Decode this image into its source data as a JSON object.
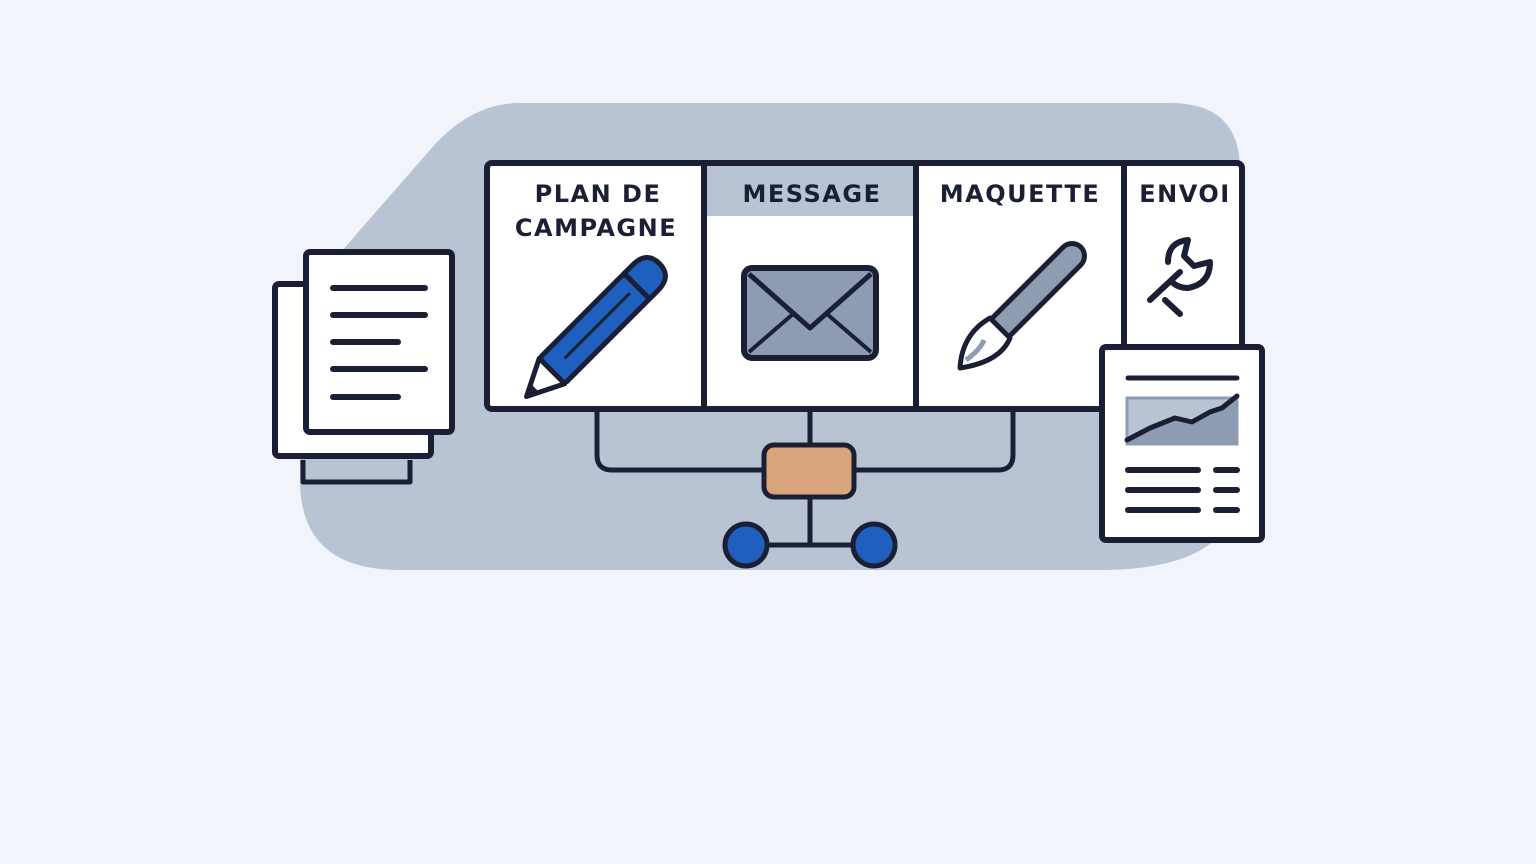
{
  "diagram": {
    "columns": [
      {
        "label_line1": "PLAN DE",
        "label_line2": "CAMPAGNE",
        "icon": "pencil-icon"
      },
      {
        "label": "MESSAGE",
        "icon": "envelope-icon"
      },
      {
        "label": "MAQUETTE",
        "icon": "paintbrush-icon"
      },
      {
        "label": "ENVOI",
        "icon": "wrench-icon"
      }
    ],
    "side_icons": {
      "left": "document-stack-icon",
      "right": "report-chart-icon"
    },
    "colors": {
      "background": "#f2f4fc",
      "blob": "#b8c4d4",
      "outline": "#1b1f33",
      "accent_blue": "#1f5fbd",
      "hub_fill": "#d8a47c",
      "icon_gray": "#8d9bb3"
    }
  }
}
